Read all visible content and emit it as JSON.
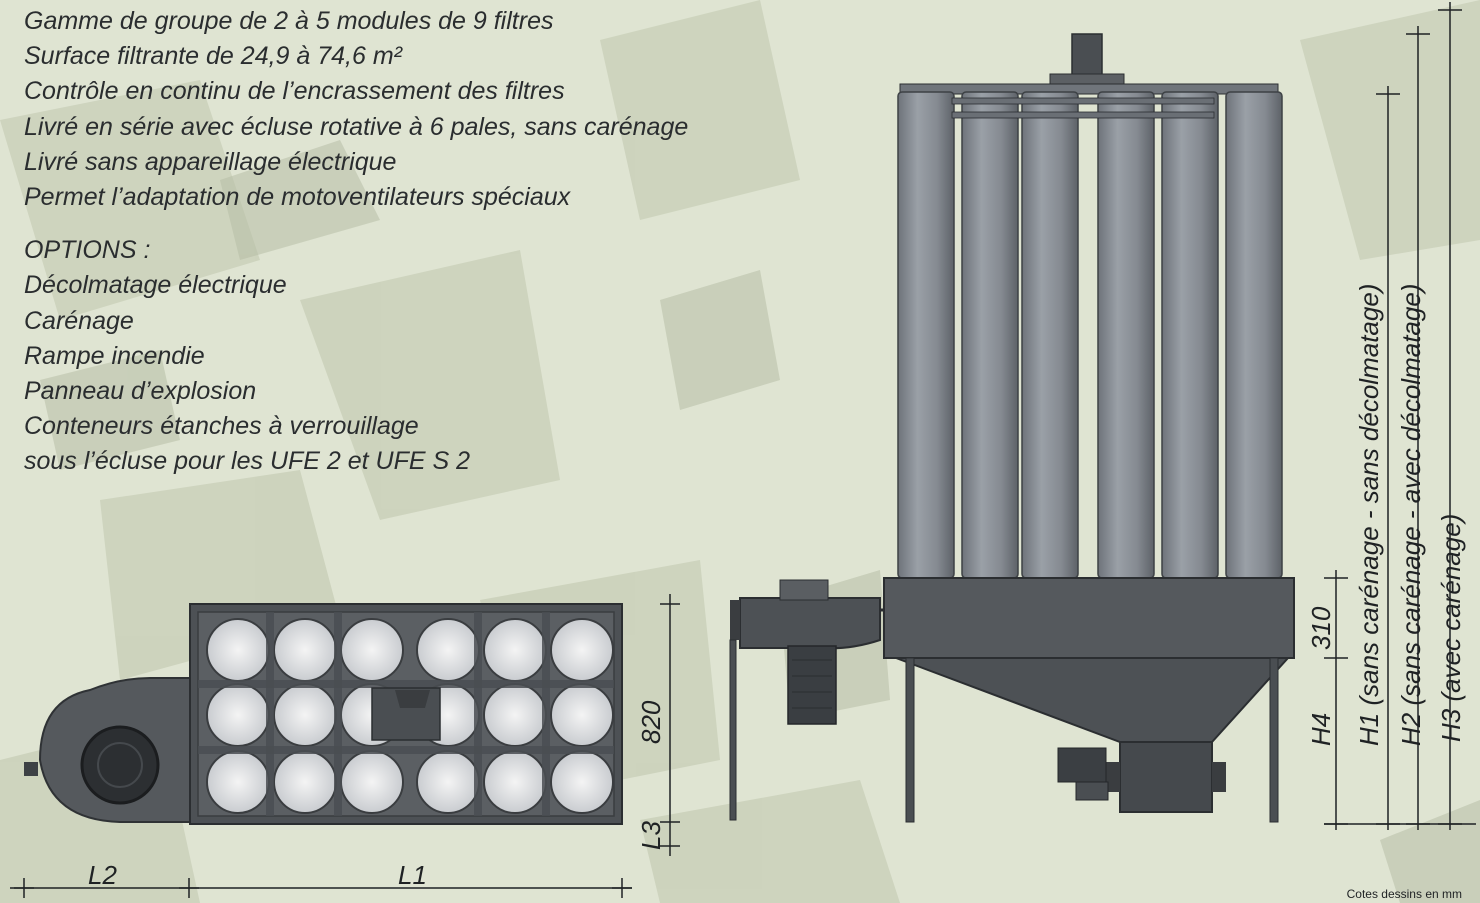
{
  "features": [
    "Gamme de groupe de 2 à 5 modules de 9 filtres",
    "Surface filtrante de 24,9 à 74,6 m²",
    "Contrôle en continu de l’encrassement des filtres",
    "Livré en série avec écluse rotative à 6 pales, sans carénage",
    "Livré sans appareillage électrique",
    "Permet l’adaptation de motoventilateurs spéciaux"
  ],
  "options": {
    "heading": "OPTIONS :",
    "items": [
      "Décolmatage électrique",
      "Carénage",
      "Rampe incendie",
      "Panneau d’explosion",
      "Conteneurs étanches à verrouillage",
      "sous l’écluse pour les UFE 2 et UFE S 2"
    ]
  },
  "dimensions": {
    "l1": "L1",
    "l2": "L2",
    "l3": "L3",
    "d820": "820",
    "d310": "310",
    "h4": "H4",
    "h1": "H1 (sans carénage - sans décolmatage)",
    "h2": "H2 (sans carénage - avec décolmatage)",
    "h3": "H3 (avec carénage)"
  },
  "note": "Cotes dessins en mm",
  "colors": {
    "background": "#dfe4d2",
    "metal": "#5b5f63",
    "metal_dark": "#3d4145",
    "filter": "#8b9097",
    "text": "#2a2d2f"
  }
}
